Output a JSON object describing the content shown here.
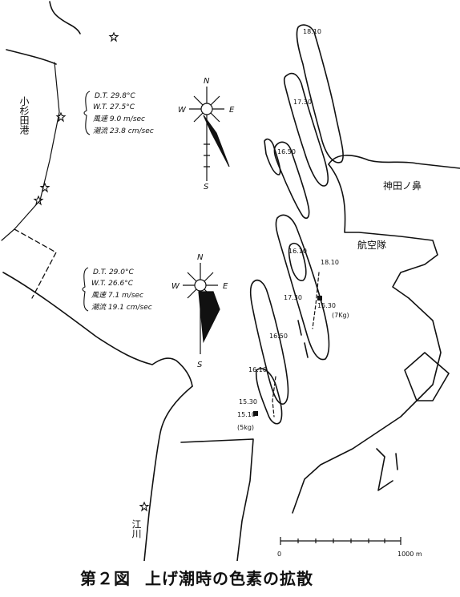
{
  "figure": {
    "number": "第２図",
    "title": "上げ潮時の色素の拡散"
  },
  "places": {
    "komuro": "小杉田港",
    "hata": "神田ノ鼻",
    "koku": "航空隊",
    "gawa": "江川"
  },
  "upper_conditions": {
    "dt": "D.T. 29.8°C",
    "wt": "W.T. 27.5°C",
    "wind": "風速 9.0 m/sec",
    "tide": "潮流 23.8 cm/sec"
  },
  "lower_conditions": {
    "dt": "D.T. 29.0°C",
    "wt": "W.T. 26.6°C",
    "wind": "風速 7.1 m/sec",
    "tide": "潮流 19.1 cm/sec"
  },
  "compass": {
    "n": "N",
    "e": "E",
    "s": "S",
    "w": "W"
  },
  "time_labels": {
    "t1810a": "18.10",
    "t1730a": "17.30",
    "t1650": "16.50",
    "t1610a": "16.10",
    "t1810b": "18.10",
    "t1730b": "17.30",
    "t1530a": "15.30",
    "t7kg": "(7Kg)",
    "t1650b": "16.50",
    "t1610b": "16.10",
    "t1530b": "15.30",
    "t1510": "15.10",
    "t5kg": "(5kg)"
  },
  "scale": {
    "zero": "0",
    "end": "1000 m"
  },
  "colors": {
    "ink": "#111111",
    "paper": "#ffffff"
  }
}
